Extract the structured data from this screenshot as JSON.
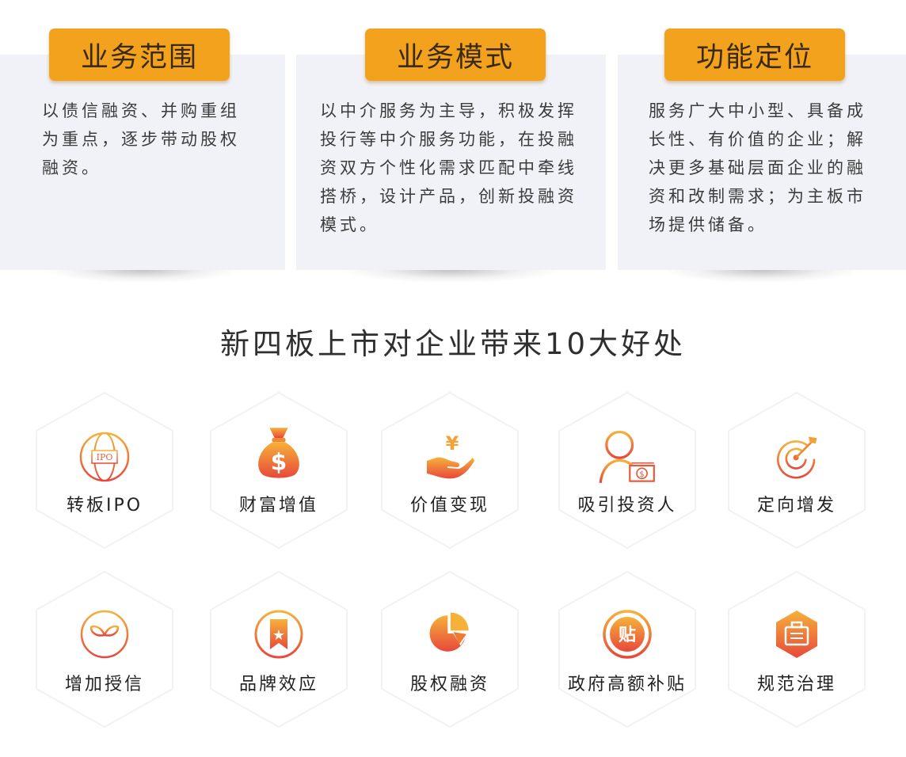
{
  "cards": [
    {
      "tag": "业务范围",
      "lines": [
        "以债信融资、并购重组",
        "为重点，逐步带动股权",
        "融资。"
      ]
    },
    {
      "tag": "业务模式",
      "lines": [
        "以中介服务为主导，积极发挥",
        "投行等中介服务功能，在投融",
        "资双方个性化需求匹配中牵线",
        "搭桥，设计产品，创新投融资",
        "模式。"
      ]
    },
    {
      "tag": "功能定位",
      "lines": [
        "服务广大中小型、具备成",
        "长性、有价值的企业；解",
        "决更多基础层面企业的融",
        "资和改制需求；为主板市",
        "场提供储备。"
      ]
    }
  ],
  "section_title": "新四板上市对企业带来10大好处",
  "benefits": [
    {
      "label": "转板IPO",
      "icon": "globe-ipo-icon",
      "icon_text": "IPO"
    },
    {
      "label": "财富增值",
      "icon": "money-bag-icon",
      "icon_text": "$"
    },
    {
      "label": "价值变现",
      "icon": "hand-yen-icon",
      "icon_text": "¥"
    },
    {
      "label": "吸引投资人",
      "icon": "investor-icon",
      "icon_text": "$"
    },
    {
      "label": "定向增发",
      "icon": "target-icon",
      "icon_text": ""
    },
    {
      "label": "增加授信",
      "icon": "sprout-icon",
      "icon_text": ""
    },
    {
      "label": "品牌效应",
      "icon": "medal-star-icon",
      "icon_text": "★"
    },
    {
      "label": "股权融资",
      "icon": "pie-chart-icon",
      "icon_text": ""
    },
    {
      "label": "政府高额补贴",
      "icon": "subsidy-icon",
      "icon_text": "贴"
    },
    {
      "label": "规范治理",
      "icon": "briefcase-icon",
      "icon_text": ""
    }
  ],
  "colors": {
    "tag_bg": "#f3a21e",
    "card_bg": "#f1f2f7",
    "icon_start": "#f6b13a",
    "icon_end": "#e8483b"
  }
}
